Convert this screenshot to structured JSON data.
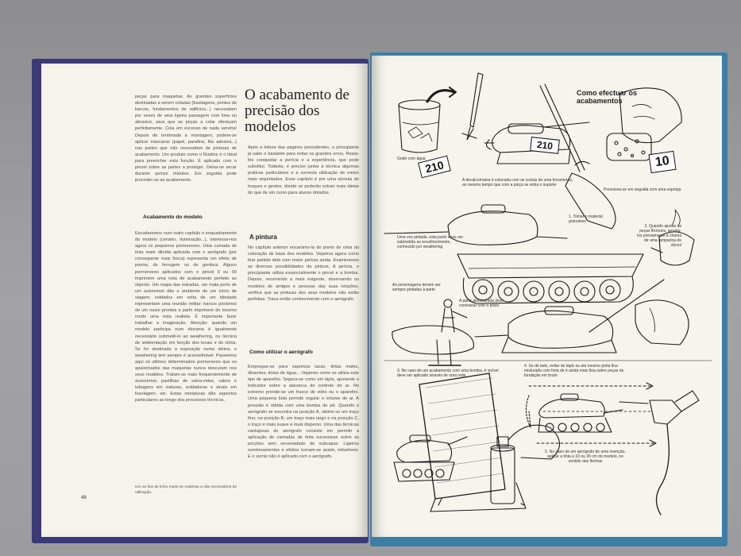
{
  "left_page": {
    "col1_top": "peças para maquetas. As grandes superfícies destinadas a serem coladas (fuselagens, pontes de barcos, fundamentos de edifícios...) necessitam por vezes de uma ligeira passagem com lima ou abrasivo, para que as peças a colar ofereçam perfeitamente. Cola em excesso de nada serviria! Depois de terminada a montagem, podem-se aplicar máscaras (papel, parafina, fita adesiva...) nas partes que não necessitam de pinturas de acabamento. Um produto como o Rustins é o ideal para preencher esta função. É aplicado com o pincel sobre as partes a proteger. Deixa-se secar durante quinze minutos. Em seguida pode proceder-se ao acabamento.",
    "heading_1": "Acabamento do modelo",
    "col1_body": "Escudaremos num outro capítulo o enquadramento do modelo (cenário, iluminação...), interessa-nos agora os pequenos pormenores. Uma camada de tinta mate diluída aplicada com o aerógrafo (por conseguinte mais fosca) representa um efeito de poeira, de ferrugem ou de gordura. Alguns pormenores aplicados com o pincel 0 ou 00 imprimem uma nota de acabamento perfeito ao objecto. Um mapa das estradas, um mala perto de um automóvel dão o ambiente de um início de viagem; soldados em volta de um blindado representam uma reunião militar; barcos próximos de um navio prontos a partir imprimem do mesmo modo uma nota realista. É importante fazer trabalhar a imaginação. Atenção: quando um modelo participa num diorama é igualmente necessário submetê-lo ao weathering, ou técnica de ambientação em função dos locais e do clima. Se for destinado a exposição numa vitrina, o weathering tem sempre é aconselhável. Passemos aqui só ultimos determinados pormenores que os apaixonados das maquetas nunca descuram nos seus modelos. Tratam-se mais frequentemente de acessórios; pastilhas de salva-vidas, cabos e tubagens em viaturas, soldaduras e sinais em fuselagem, etc. Estas miniaturas dão aspectos particulares ao longo dos processos técnicos.",
    "footnote": "Um ou fios de linho muito se matérias a não necessários de utilização.",
    "page_number": "48",
    "title": "O acabamento de precisão dos modelos",
    "intro": "Após a leitura das páginos precedentes, o principiante já sabe o bastante para evitar os grandes erros. Resta-lhe conquistar a perícia e a experiência, que pode substituí. Todavia, é preciso juntar à técnica algumas práticas particulares e a correcta utilização de meios mais requintados. Esse capítulo é por uma súmula de truques e gestos, donde se poderão extrair mais ideias do que de um curso para alunos dotados.",
    "heading_2": "A pintura",
    "pintura_body": "No capítulo anterior encarámo-la do ponto de vista da coloração de base dos modelos. Vejamos agora como tirar partido dela com maior perícia ainda. Examinemos as diversas possibilidades da pintura. A perícia, o principiante utiliza essencialmente o pincel e a bomba. Depois, recorrendo a mais exigente, observando os modelos de amigos e pessoas das suas relações, verifica que as pinturas dos seus modelos não estão perfeitas. Trava então conhecimento com o aerógrafo.",
    "heading_3": "Como utilizar o aerógrafo",
    "aero_body": "Empregue-se para vaporizar lacas, tintas mates, diluentes, tintas de água... Vejamos como se utiliza este tipo de aparelho. Segura-se como um lápis, apoiando o indicador sobre a alavanca de controle do ar. No extremo prende-se um frasco de vidro ou o aparelho. Uma pequena bola permite regular o volume de ar. A pressão é obtida com uma bomba de pé. Quando o aerógrafo se encontra na posição A, obtém-se um traço fino; na posição B, um traço mais largo e na posição C, o traço é mais suave e mais disperso. Uma das técnicas vantajosas do aerógrafo consiste em permitir a aplicação de camadas de tinta sucessivas sobre as porções sem necessidade de subcapas. Ligeiros sombreamentos e efeitos tornam-se assim, imbatíveis. E o verniz não é aplicado com o aerógrafo."
  },
  "right_page": {
    "header": "Como efectuar os acabamentos",
    "label_glass": "Godé com água",
    "label_decal": "A decalcomania é colocada com as costas de uma ferramenta, ao mesmo tempo que com a pinça se retira o suporte",
    "label_sponge": "Pressiona-se em seguida com uma esponja",
    "label_tank_paint": "Uma vez pintada, esta parte deve ser submetida ao envelhecimento, conhecido por weathering",
    "label_step1": "1. Tomar o material granuloso",
    "label_step2": "2. Quando ajustar as peças flexíveis, arrasta-los previamente à chama de uma lamparina de álcool",
    "label_figures": "As personagens devem ser sempre pintadas à parte",
    "label_aluminium": "A parte aluminizada deve contrastar com o piloto",
    "label_step3": "3. No caso de um acabamento com uma bomba, é visível deve ser aplicado através de uma rede",
    "label_step4": "4. Se de lado, evitar de lápis ou até mesmo pinta fina misturada com tinta de é ainda mais fina sobre peças de fundação em bruto",
    "label_step5": "5. No caso de um aerógrafo de uma inserção, aplicar a tinta a 10 ou 20 cm do modelo, no sentido das flechas",
    "tag_a": "210",
    "tag_b": "210",
    "tag_c": "10"
  }
}
